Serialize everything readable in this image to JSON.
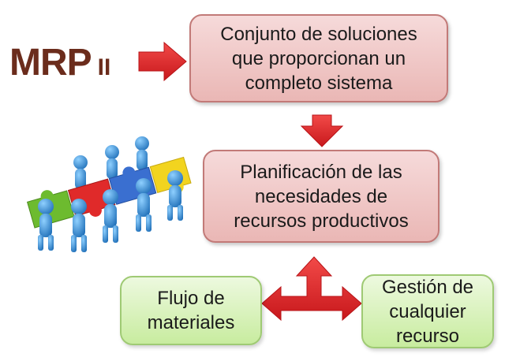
{
  "title": {
    "main": "MRP",
    "suffix": "II"
  },
  "boxes": {
    "top": "Conjunto de soluciones\nque proporcionan un\ncompleto sistema",
    "middle": "Planificación de las\nnecesidades de\nrecursos productivos",
    "left": "Flujo de\nmateriales",
    "right": "Gestión de\ncualquier\nrecurso"
  },
  "colors": {
    "title": "#6b2c1c",
    "arrow": "#e8272b",
    "box_pink": "#eab7b5",
    "box_green": "#c8ec9f",
    "puzzle_green": "#6dbb2f",
    "puzzle_red": "#e02a2a",
    "puzzle_blue": "#3a6fd0",
    "puzzle_yellow": "#f2d41f",
    "figure_blue": "#2f8fd8"
  },
  "illustration": "people-holding-puzzle-pieces"
}
